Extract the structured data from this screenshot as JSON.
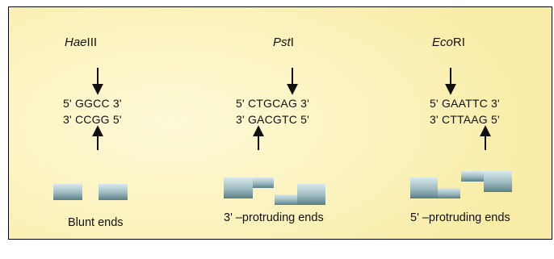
{
  "enzymes": [
    {
      "name_italic": "Hae",
      "name_roman": "III",
      "top_strand": "5' GGCC 3'",
      "bottom_strand": "3' CCGG 5'",
      "end_label": "Blunt ends"
    },
    {
      "name_italic": "Pst",
      "name_roman": "I",
      "top_strand": "5' CTGCAG 3'",
      "bottom_strand": "3' GACGTC 5'",
      "end_label": "3' –protruding ends"
    },
    {
      "name_italic": "Eco",
      "name_roman": "RI",
      "top_strand": "5' GAATTC 3'",
      "bottom_strand": "3' CTTAAG 5'",
      "end_label": "5' –protruding ends"
    }
  ],
  "colors": {
    "background": "#fbf3be",
    "fragment_light": "#d8e9ec",
    "fragment_dark": "#5a7f86",
    "arrow": "#111111"
  }
}
